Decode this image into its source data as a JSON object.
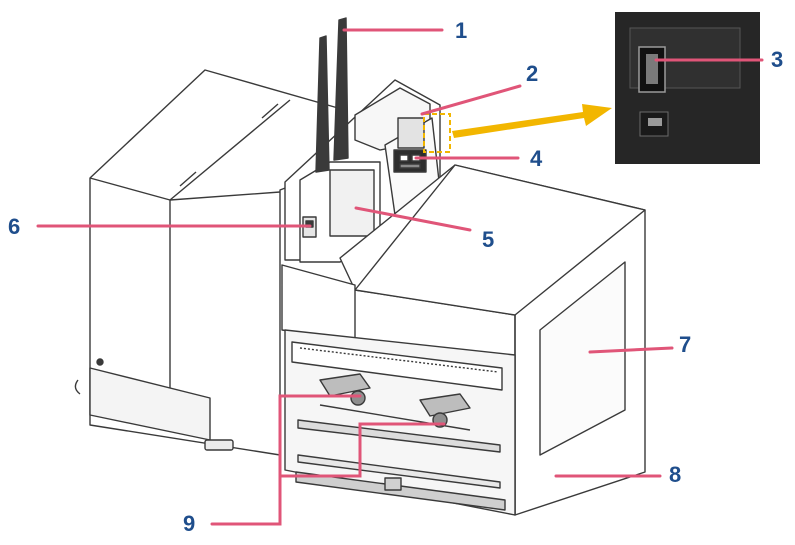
{
  "callouts": [
    {
      "label": "1"
    },
    {
      "label": "2"
    },
    {
      "label": "3"
    },
    {
      "label": "4"
    },
    {
      "label": "5"
    },
    {
      "label": "6"
    },
    {
      "label": "7"
    },
    {
      "label": "8"
    },
    {
      "label": "9"
    }
  ],
  "colors": {
    "leader_line": "#e05578",
    "callout_text": "#1f4e8c",
    "highlight_arrow": "#f2b600",
    "outline": "#3a3a3a",
    "inset_bg": "#262626"
  }
}
